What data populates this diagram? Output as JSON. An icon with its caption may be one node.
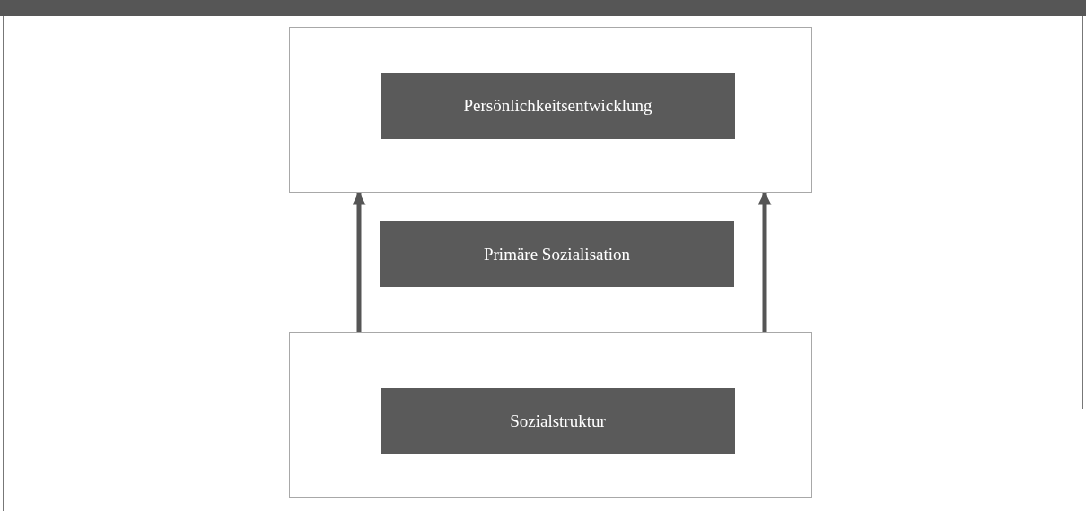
{
  "diagram": {
    "nodes": [
      {
        "text": [],
        "shape": "box"
      },
      {
        "text": [
          "Persönlichkeitsentwicklung"
        ],
        "in": 0
      },
      {
        "text": [
          "Primäre Sozialisation"
        ]
      },
      {
        "text": [],
        "shape": "box"
      },
      {
        "text": [
          "Sozialstruktur"
        ],
        "in": 3
      }
    ],
    "edges": [
      {
        "from": 3,
        "to": 0,
        "arrow": "to"
      },
      {
        "from": 3,
        "to": 0,
        "arrow": "to"
      }
    ]
  }
}
